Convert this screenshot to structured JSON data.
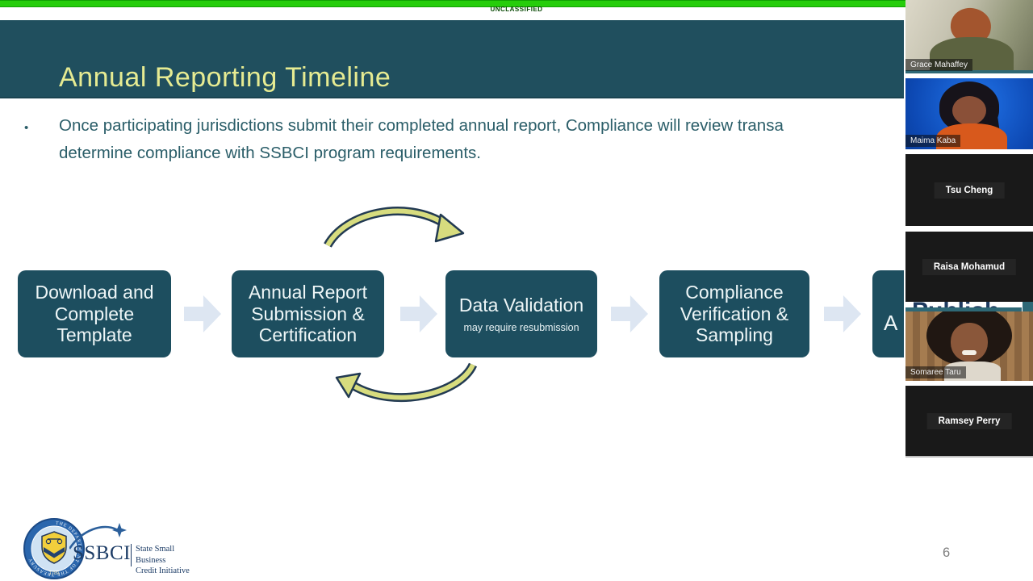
{
  "classification_banner": {
    "text": "UNCLASSIFIED",
    "bg_color": "#26cd0b"
  },
  "slide": {
    "title": "Annual Reporting Timeline",
    "bullet": {
      "marker": "•",
      "line1": "Once participating jurisdictions submit their completed annual report, Compliance will review transa",
      "line2": "determine compliance with SSBCI program requirements."
    },
    "flow": {
      "steps": [
        {
          "title": "Download and Complete Template",
          "subtitle": ""
        },
        {
          "title": "Annual Report Submission & Certification",
          "subtitle": ""
        },
        {
          "title": "Data Validation",
          "subtitle": "may require resubmission"
        },
        {
          "title": "Compliance Verification & Sampling",
          "subtitle": ""
        },
        {
          "title": "A",
          "subtitle": ""
        }
      ],
      "peek_text": "Publish"
    },
    "footer": {
      "page_number": "6",
      "seal_ring_text": "THE DEPARTMENT OF THE TREASURY",
      "seal_year": "1789",
      "ssbci_acronym": "SSBCI",
      "ssbci_name_line1": "State Small Business",
      "ssbci_name_line2": "Credit Initiative"
    },
    "colors": {
      "header_teal": "#204f5e",
      "box_teal": "#1d4e5f",
      "title_yellow": "#e6eb92",
      "body_text": "#2b5e69",
      "flow_arrow_gray": "#dde6f2",
      "loop_arrow_fill": "#d7dc7e",
      "loop_arrow_outline": "#223a52",
      "banner_green": "#26cd0b"
    }
  },
  "participants": [
    {
      "name": "Grace Mahaffey",
      "video": true
    },
    {
      "name": "Maima Kaba",
      "video": true
    },
    {
      "name": "Tsu Cheng",
      "video": false
    },
    {
      "name": "Raisa Mohamud",
      "video": false
    },
    {
      "name": "Somaree Taru",
      "video": true
    },
    {
      "name": "Ramsey Perry",
      "video": false
    }
  ]
}
